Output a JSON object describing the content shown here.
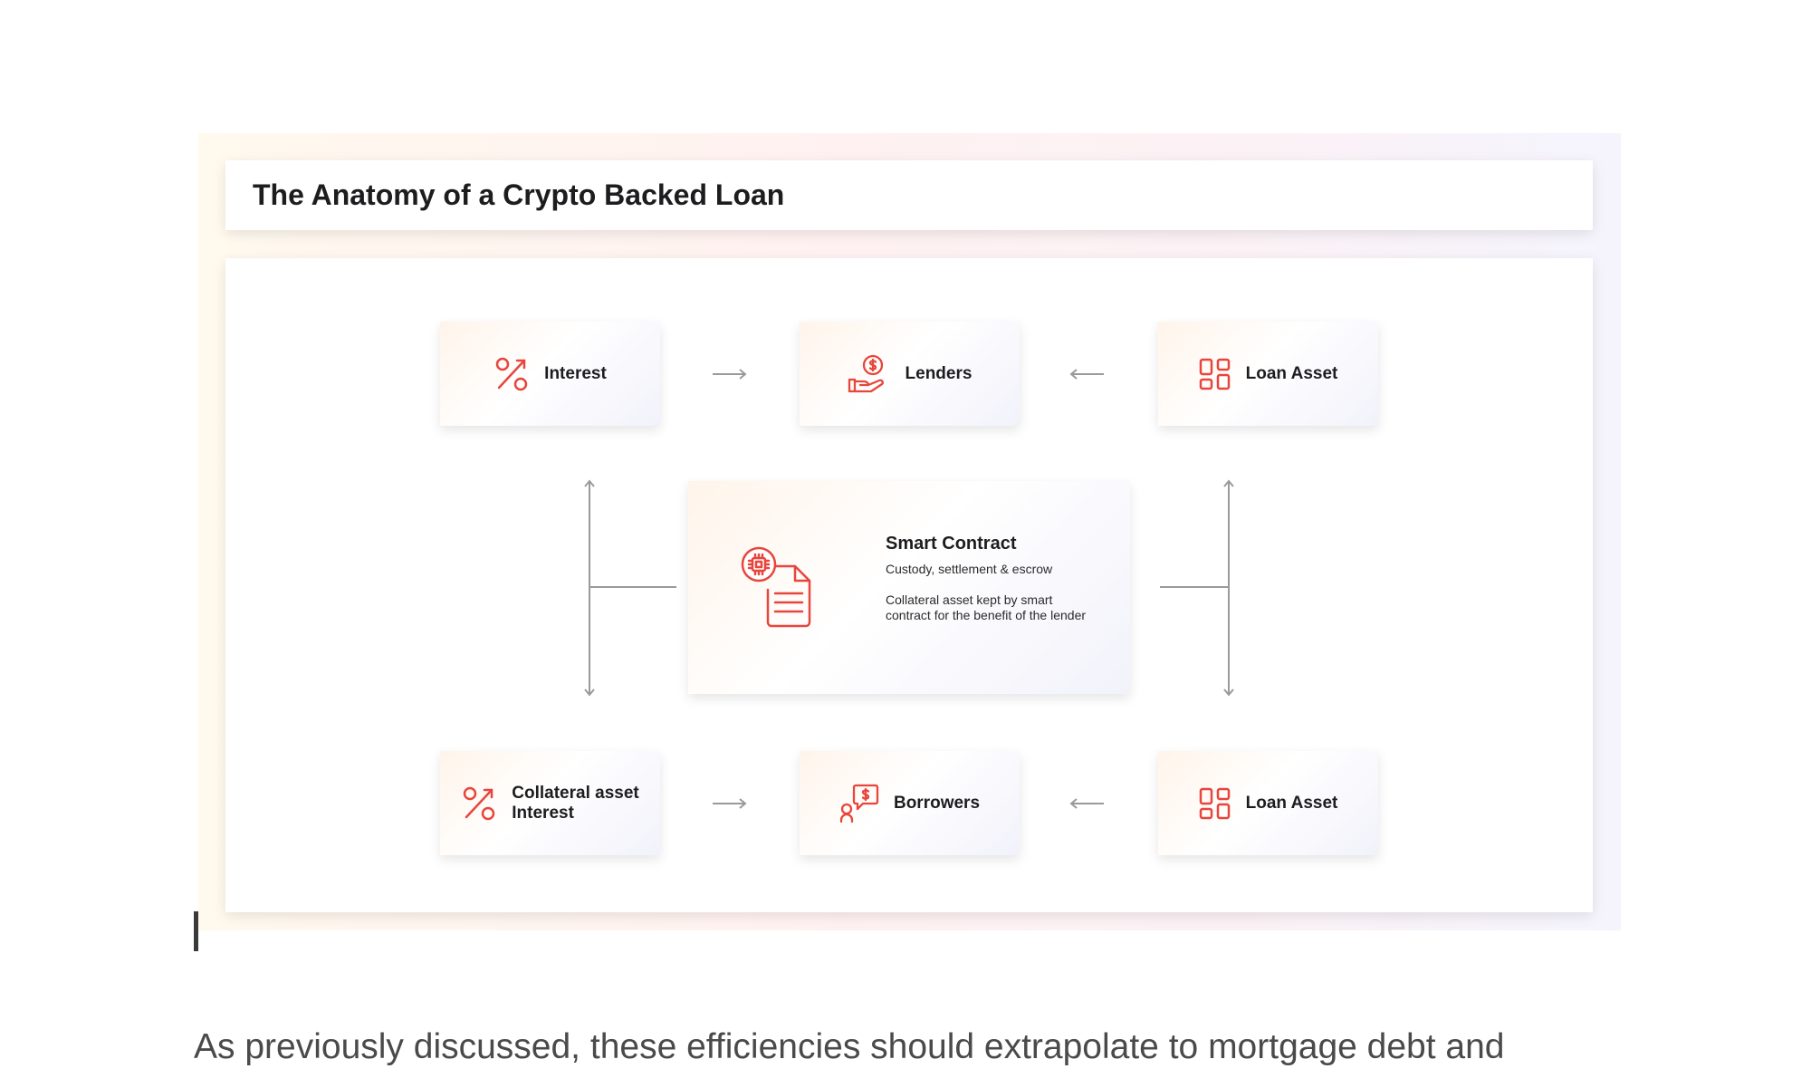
{
  "title": "The Anatomy of a Crypto Backed Loan",
  "nodes": {
    "interest_top": "Interest",
    "lenders": "Lenders",
    "loan_asset_top": "Loan Asset",
    "collateral": "Collateral asset\nInterest",
    "borrowers": "Borrowers",
    "loan_asset_bottom": "Loan Asset"
  },
  "smart_contract": {
    "title": "Smart Contract",
    "subtitle": "Custody, settlement & escrow",
    "description": "Collateral asset kept by smart contract for the benefit of the lender"
  },
  "body_text": "As previously discussed, these efficiencies should extrapolate to mortgage debt and",
  "colors": {
    "accent": "#e8453c",
    "connector": "#9a9a9a"
  },
  "icons": [
    "percent-icon",
    "hand-coin-icon",
    "grid-blocks-icon",
    "chip-document-icon",
    "borrower-chat-icon"
  ]
}
